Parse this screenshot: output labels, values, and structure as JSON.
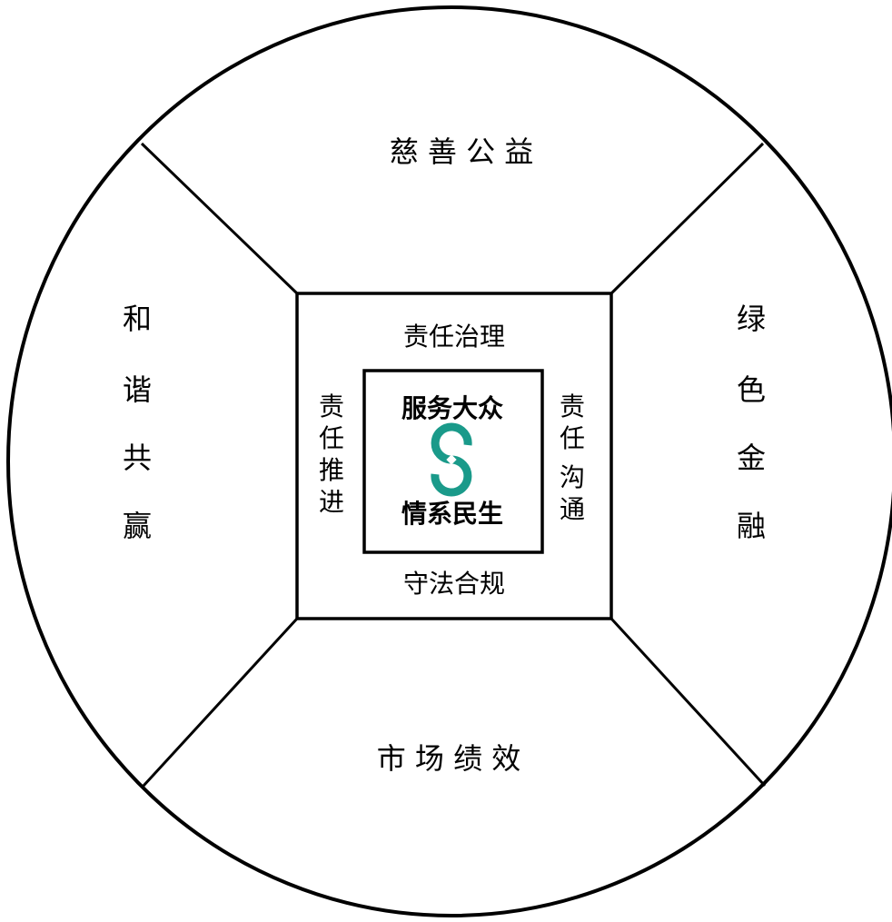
{
  "outer_sections": {
    "top": "慈 善 公 益",
    "bottom": "市 场 绩 效",
    "left": [
      "和",
      "谐",
      "共",
      "赢"
    ],
    "right": [
      "绿",
      "色",
      "金",
      "融"
    ]
  },
  "middle_square": {
    "top": "责任治理",
    "bottom": "守法合规",
    "left": [
      "责",
      "任",
      "推",
      "进"
    ],
    "right": [
      "责",
      "任",
      "沟",
      "通"
    ]
  },
  "center": {
    "line1": "服务大众",
    "line2": "情系民生",
    "logo_icon": "china-construction-bank-logo-icon",
    "logo_color": "#1a9a8a"
  },
  "colors": {
    "stroke": "#000000",
    "background": "#ffffff"
  }
}
